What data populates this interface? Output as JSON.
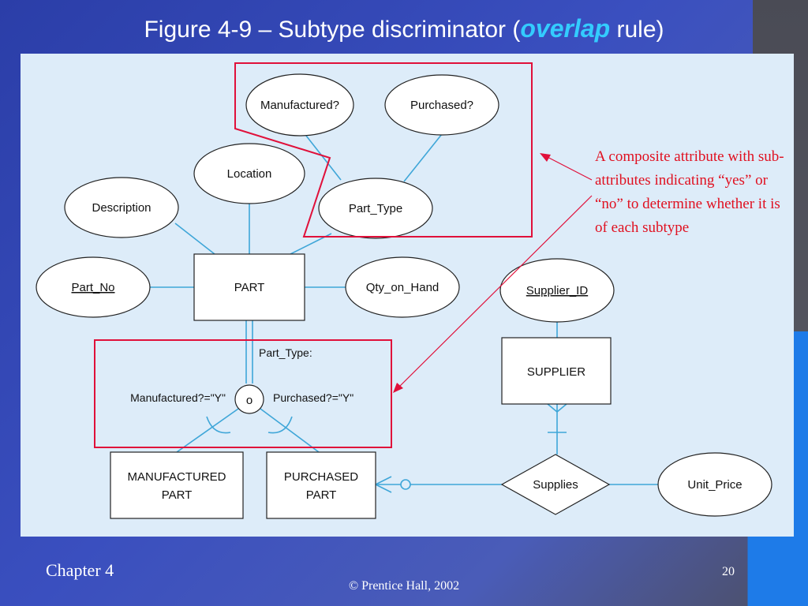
{
  "slide": {
    "title_prefix": "Figure 4-9 –  Subtype discriminator (",
    "title_emph": "overlap",
    "title_suffix": " rule)",
    "footer_chapter": "Chapter 4",
    "footer_copyright": "© Prentice Hall, 2002",
    "page_number": "20"
  },
  "diagram": {
    "attributes": {
      "manufactured": "Manufactured?",
      "purchased": "Purchased?",
      "location": "Location",
      "description": "Description",
      "part_type": "Part_Type",
      "part_no": "Part_No",
      "qty_on_hand": "Qty_on_Hand",
      "supplier_id": "Supplier_ID",
      "unit_price": "Unit_Price"
    },
    "entities": {
      "part": "PART",
      "supplier": "SUPPLIER",
      "manufactured_part_l1": "MANUFACTURED",
      "manufactured_part_l2": "PART",
      "purchased_part_l1": "PURCHASED",
      "purchased_part_l2": "PART"
    },
    "relationship": "Supplies",
    "discriminator": {
      "label": "Part_Type:",
      "symbol": "o",
      "left_condition": "Manufactured?=\"Y\"",
      "right_condition": "Purchased?=\"Y\""
    },
    "annotation": "A composite attribute with sub-attributes indicating “yes” or “no” to determine whether it is of each subtype"
  },
  "colors": {
    "connector": "#3fa6d8",
    "highlight": "#e0103a",
    "title_emphasis": "#33ccff"
  }
}
